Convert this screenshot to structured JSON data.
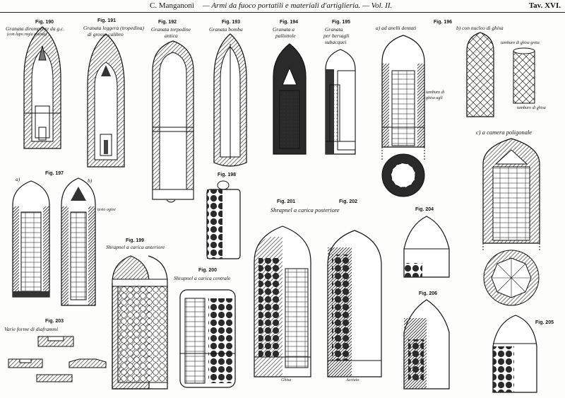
{
  "header": {
    "author": "C. Manganoni",
    "title": "— Armi da fuoco portatili e materiali d'artiglieria. — Vol. II.",
    "plate": "Tav. XVI."
  },
  "figure_numbers": {
    "f190": "Fig. 190",
    "f191": "Fig. 191",
    "f192": "Fig. 192",
    "f193": "Fig. 193",
    "f194": "Fig. 194",
    "f195": "Fig. 195",
    "f196": "Fig. 196",
    "f197": "Fig. 197",
    "f198": "Fig. 198",
    "f199": "Fig. 199",
    "f200": "Fig. 200",
    "f201": "Fig. 201",
    "f202": "Fig. 202",
    "f203": "Fig. 203",
    "f204": "Fig. 204",
    "f205": "Fig. 205",
    "f206": "Fig. 206"
  },
  "captions": {
    "c190_a": "Granata dirompente da g.c.",
    "c190_b": "(con lupo regia ostetta)",
    "c191_a": "Granata leggera (tropedina)",
    "c191_b": "di grosso calibro",
    "c192_a": "Granata torpedine",
    "c192_b": "antica",
    "c193": "Granata bomba",
    "c194_a": "Granata a",
    "c194_b": "pallottole",
    "c195_a": "Granata",
    "c195_b": "per bersagli",
    "c195_c": "subacquei",
    "c196a": "a) ad anelli dentati",
    "c196b": "b) con nucleo di ghisa",
    "c196c": "c) a camera poligonale",
    "note196a_a": "tamburo di",
    "note196a_b": "ghisa agli",
    "note196b": "tamburo di ghisa greta",
    "note196b2": "tamburo di ghisa",
    "c197a": "a)",
    "c197b": "b)",
    "note197": "testo ogive",
    "c199": "Shrapnel a carica anteriore",
    "c200": "Shrapnel a carica centrale",
    "c201_202": "Shrapnel a carica posteriore",
    "note201": "Ghisa",
    "note202": "Acciaio",
    "c203": "Varie forme di diaframmi"
  }
}
